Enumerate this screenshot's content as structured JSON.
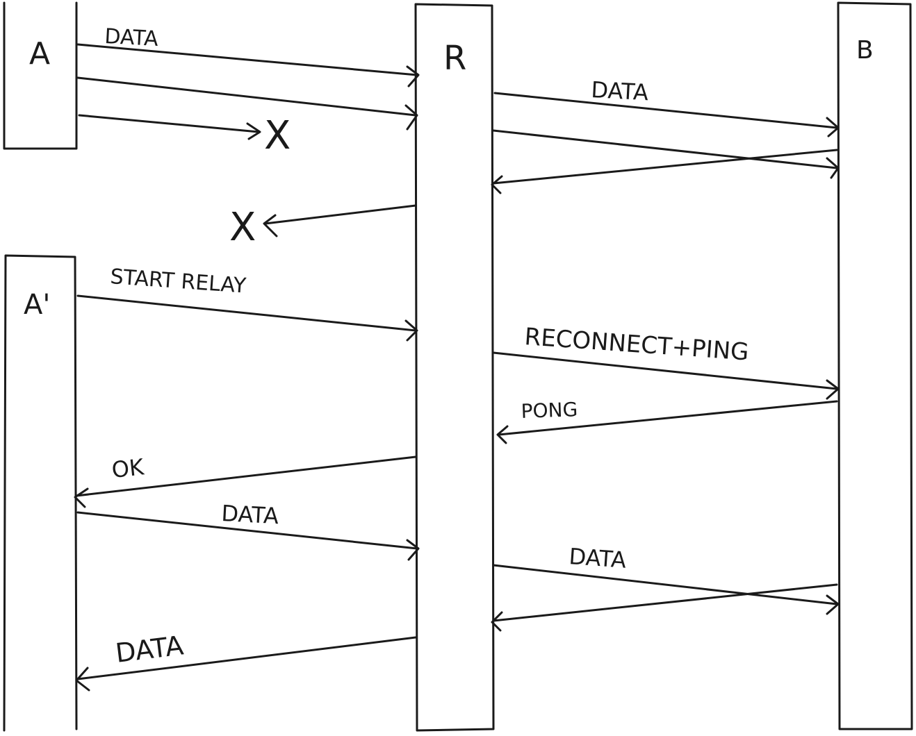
{
  "participants": {
    "a": "A",
    "r": "R",
    "b": "B",
    "a_prime": "A'"
  },
  "messages": {
    "a_to_r_1": "DATA",
    "r_to_b_1": "DATA",
    "start_relay": "START RELAY",
    "reconnect_ping": "RECONNECT+PING",
    "pong": "PONG",
    "ok": "OK",
    "a_prime_to_r_data": "DATA",
    "r_to_b_2": "DATA",
    "r_to_a_prime_data": "DATA"
  },
  "marks": {
    "lost_right": "X",
    "lost_left": "X"
  }
}
